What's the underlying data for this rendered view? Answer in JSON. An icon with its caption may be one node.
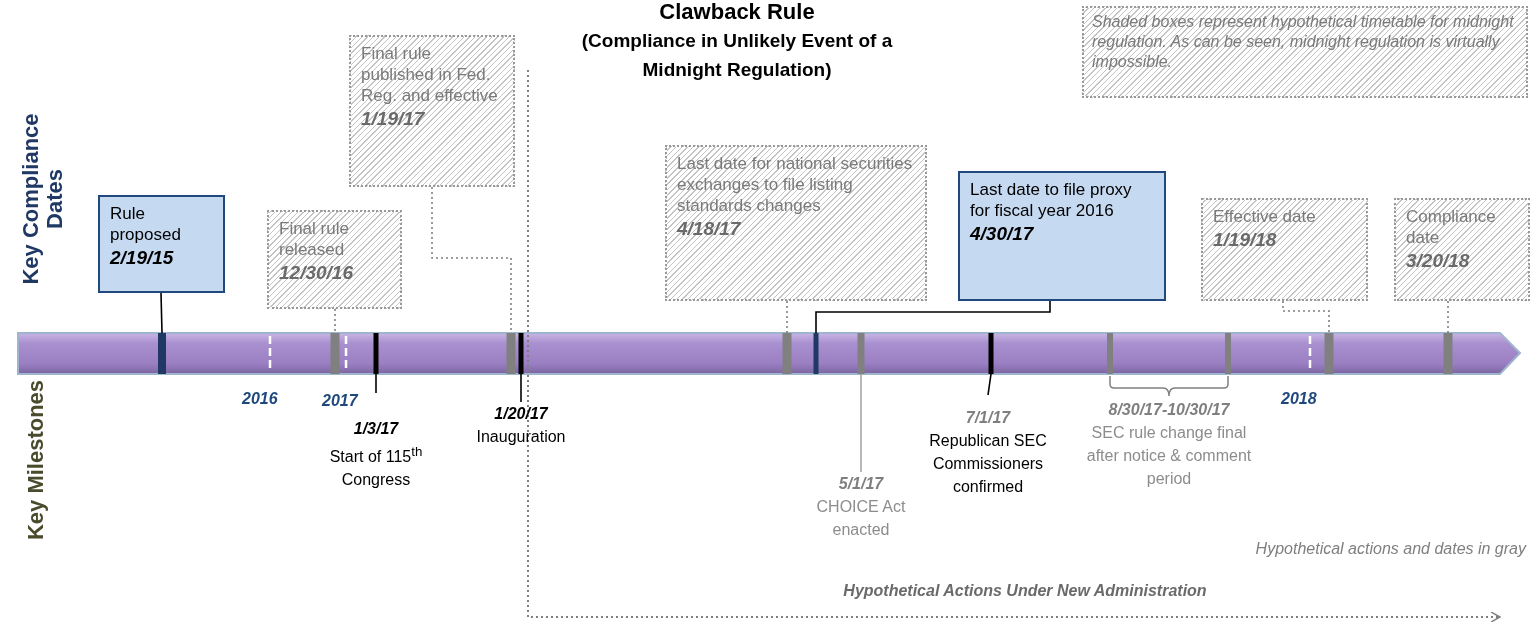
{
  "diagram": {
    "title": "Clawback Rule",
    "nodes": [
      {
        "text": [
          "Rule proposed",
          "2/19/15"
        ]
      },
      {
        "text": [
          "Final rule released",
          "12/30/16"
        ]
      },
      {
        "text": [
          "Final rule published in Fed. Reg. and effective",
          "1/19/17"
        ]
      },
      {
        "text": [
          "Last date for national securities exchanges to file listing standards changes",
          "4/18/17"
        ]
      },
      {
        "text": [
          "Last date to file proxy for fiscal year 2016",
          "4/30/17"
        ]
      },
      {
        "text": [
          "Effective date",
          "1/19/18"
        ]
      },
      {
        "text": [
          "Compliance date",
          "3/20/18"
        ]
      },
      {
        "text": [
          "Shaded boxes represent hypothetical timetable for midnight regulation. As can be seen, midnight regulation is virtually impossible."
        ]
      },
      {
        "text": [
          "1/3/17",
          "Start of 115$^{th}$ Congress"
        ]
      },
      {
        "text": [
          "1/20/17",
          "Inauguration"
        ]
      },
      {
        "text": [
          "5/1/17",
          "CHOICE Act enacted"
        ]
      },
      {
        "text": [
          "7/1/17",
          "Republican SEC Commissioners confirmed"
        ]
      },
      {
        "text": [
          "8/30/17-10/30/17",
          "SEC rule change final after notice & comment period"
        ]
      },
      {
        "text": [],
        "shape": "bar"
      },
      {
        "text": [],
        "shape": "bar"
      },
      {
        "text": [],
        "shape": "bar"
      },
      {
        "text": [],
        "shape": "bar"
      },
      {
        "text": [],
        "shape": "bar"
      },
      {
        "text": [],
        "shape": "bar"
      },
      {
        "text": [],
        "shape": "bar"
      },
      {
        "text": [],
        "shape": "bar"
      },
      {
        "text": [],
        "shape": "bar"
      },
      {
        "text": [],
        "shape": "bar"
      },
      {
        "text": [],
        "shape": "bar"
      }
    ],
    "edges": [
      {
        "from": 0,
        "to": 13,
        "arrow": "none"
      },
      {
        "from": 1,
        "to": 14,
        "arrow": "none",
        "style": "dashed",
        "color": "#808080"
      },
      {
        "from": 2,
        "to": 16,
        "arrow": "none",
        "style": "dashed",
        "color": "#808080"
      },
      {
        "from": 15,
        "to": 8,
        "arrow": "none"
      },
      {
        "from": 17,
        "to": 9,
        "arrow": "none"
      },
      {
        "from": 3,
        "to": 18,
        "arrow": "none",
        "style": "dashed",
        "color": "#808080"
      },
      {
        "from": 4,
        "to": 19,
        "arrow": "none"
      },
      {
        "from": 20,
        "to": 10,
        "arrow": "none",
        "color": "#a6a6a6"
      },
      {
        "from": 21,
        "to": 11,
        "arrow": "none"
      },
      {
        "from": 5,
        "to": 22,
        "arrow": "none",
        "style": "dashed",
        "color": "#808080"
      },
      {
        "from": 6,
        "to": 23,
        "arrow": "none",
        "style": "dashed",
        "color": "#808080"
      }
    ],
    "labels": [
      "(Compliance in Unlikely Event of a Midnight Regulation)",
      "Key Compliance Dates",
      "2016",
      "2017",
      "Key Milestones",
      "2018",
      "Hypothetical actions and dates in gray",
      "Hypothetical Actions Under New Administration"
    ]
  }
}
